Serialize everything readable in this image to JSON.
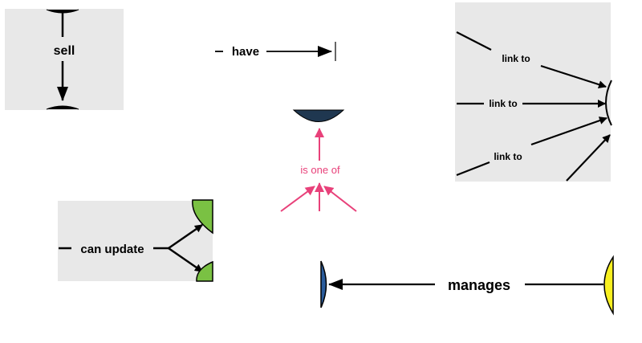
{
  "labels": {
    "sell": "sell",
    "have": "have",
    "link_to_1": "link to",
    "link_to_2": "link to",
    "link_to_3": "link to",
    "is_one_of": "is one of",
    "can_update": "can update",
    "manages": "manages"
  },
  "colors": {
    "panel": "#e8e8e8",
    "line": "#000000",
    "pink": "#e8417a",
    "navy": "#1f3750",
    "blue_node": "#2a5c9c",
    "green_node": "#7ac143",
    "yellow_node": "#f8f020"
  }
}
